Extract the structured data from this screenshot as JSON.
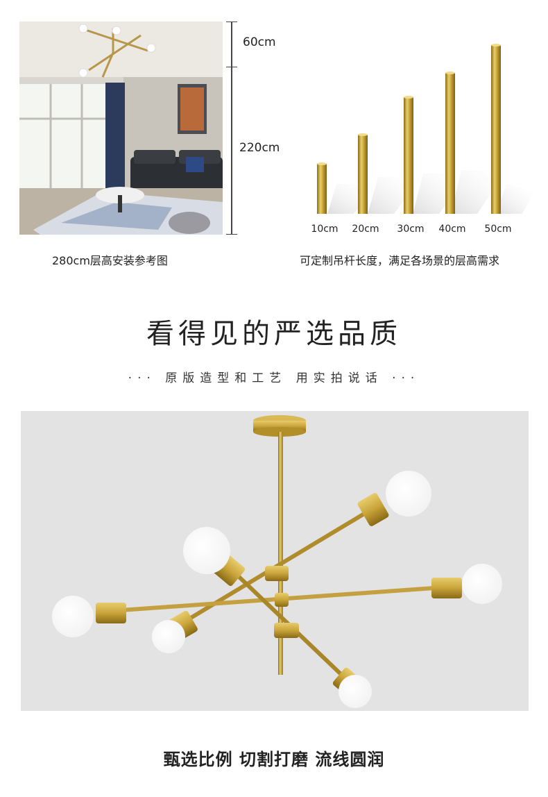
{
  "top_left": {
    "caption": "280cm层高安装参考图",
    "dim_top_label": "60cm",
    "dim_bottom_label": "220cm"
  },
  "top_right": {
    "caption": "可定制吊杆长度，满足各场景的层高需求",
    "rod_labels": [
      "10cm",
      "20cm",
      "30cm",
      "40cm",
      "50cm"
    ]
  },
  "section": {
    "title": "看得见的严选品质",
    "subtitle": "··· 原版造型和工艺  用实拍说话 ···"
  },
  "bottom_caption": "甄选比例 切割打磨 流线圆润",
  "colors": {
    "brass": "#c9a43a",
    "brass_dark": "#8a6a16",
    "bulb": "#ffffff",
    "photo_bg": "#e3e3e3"
  }
}
